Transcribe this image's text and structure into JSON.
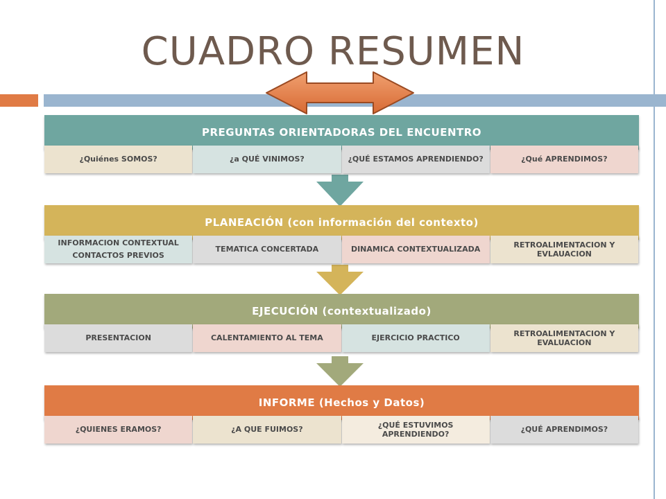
{
  "title": "CUADRO RESUMEN",
  "colors": {
    "accent_orange": "#e07b45",
    "accent_blue": "#9ab5cf",
    "teal": "#6fa6a0",
    "gold": "#d4b45a",
    "olive": "#a2a97b",
    "orange": "#e07b45"
  },
  "bands": [
    {
      "heading": "PREGUNTAS  ORIENTADORAS  DEL  ENCUENTRO",
      "cells": [
        "¿Quiénes SOMOS?",
        "¿a QUÉ VINIMOS?",
        "¿QUÉ ESTAMOS APRENDIENDO?",
        "¿Qué APRENDIMOS?"
      ]
    },
    {
      "heading": "PLANEACIÓN  (con información  del contexto)",
      "cells": [
        "INFORMACION CONTEXTUAL\nCONTACTOS PREVIOS",
        "TEMATICA CONCERTADA",
        "DINAMICA CONTEXTUALIZADA",
        "RETROALIMENTACION Y EVLAUACION"
      ]
    },
    {
      "heading": "EJECUCIÓN  (contextualizado)",
      "cells": [
        "PRESENTACION",
        "CALENTAMIENTO AL TEMA",
        "EJERCICIO PRACTICO",
        "RETROALIMENTACION Y EVALUACION"
      ]
    },
    {
      "heading": "INFORME  (Hechos  y  Datos)",
      "cells": [
        "¿QUIENES ERAMOS?",
        "¿A QUE FUIMOS?",
        "¿QUÉ ESTUVIMOS APRENDIENDO?",
        "¿QUÉ APRENDIMOS?"
      ]
    }
  ]
}
